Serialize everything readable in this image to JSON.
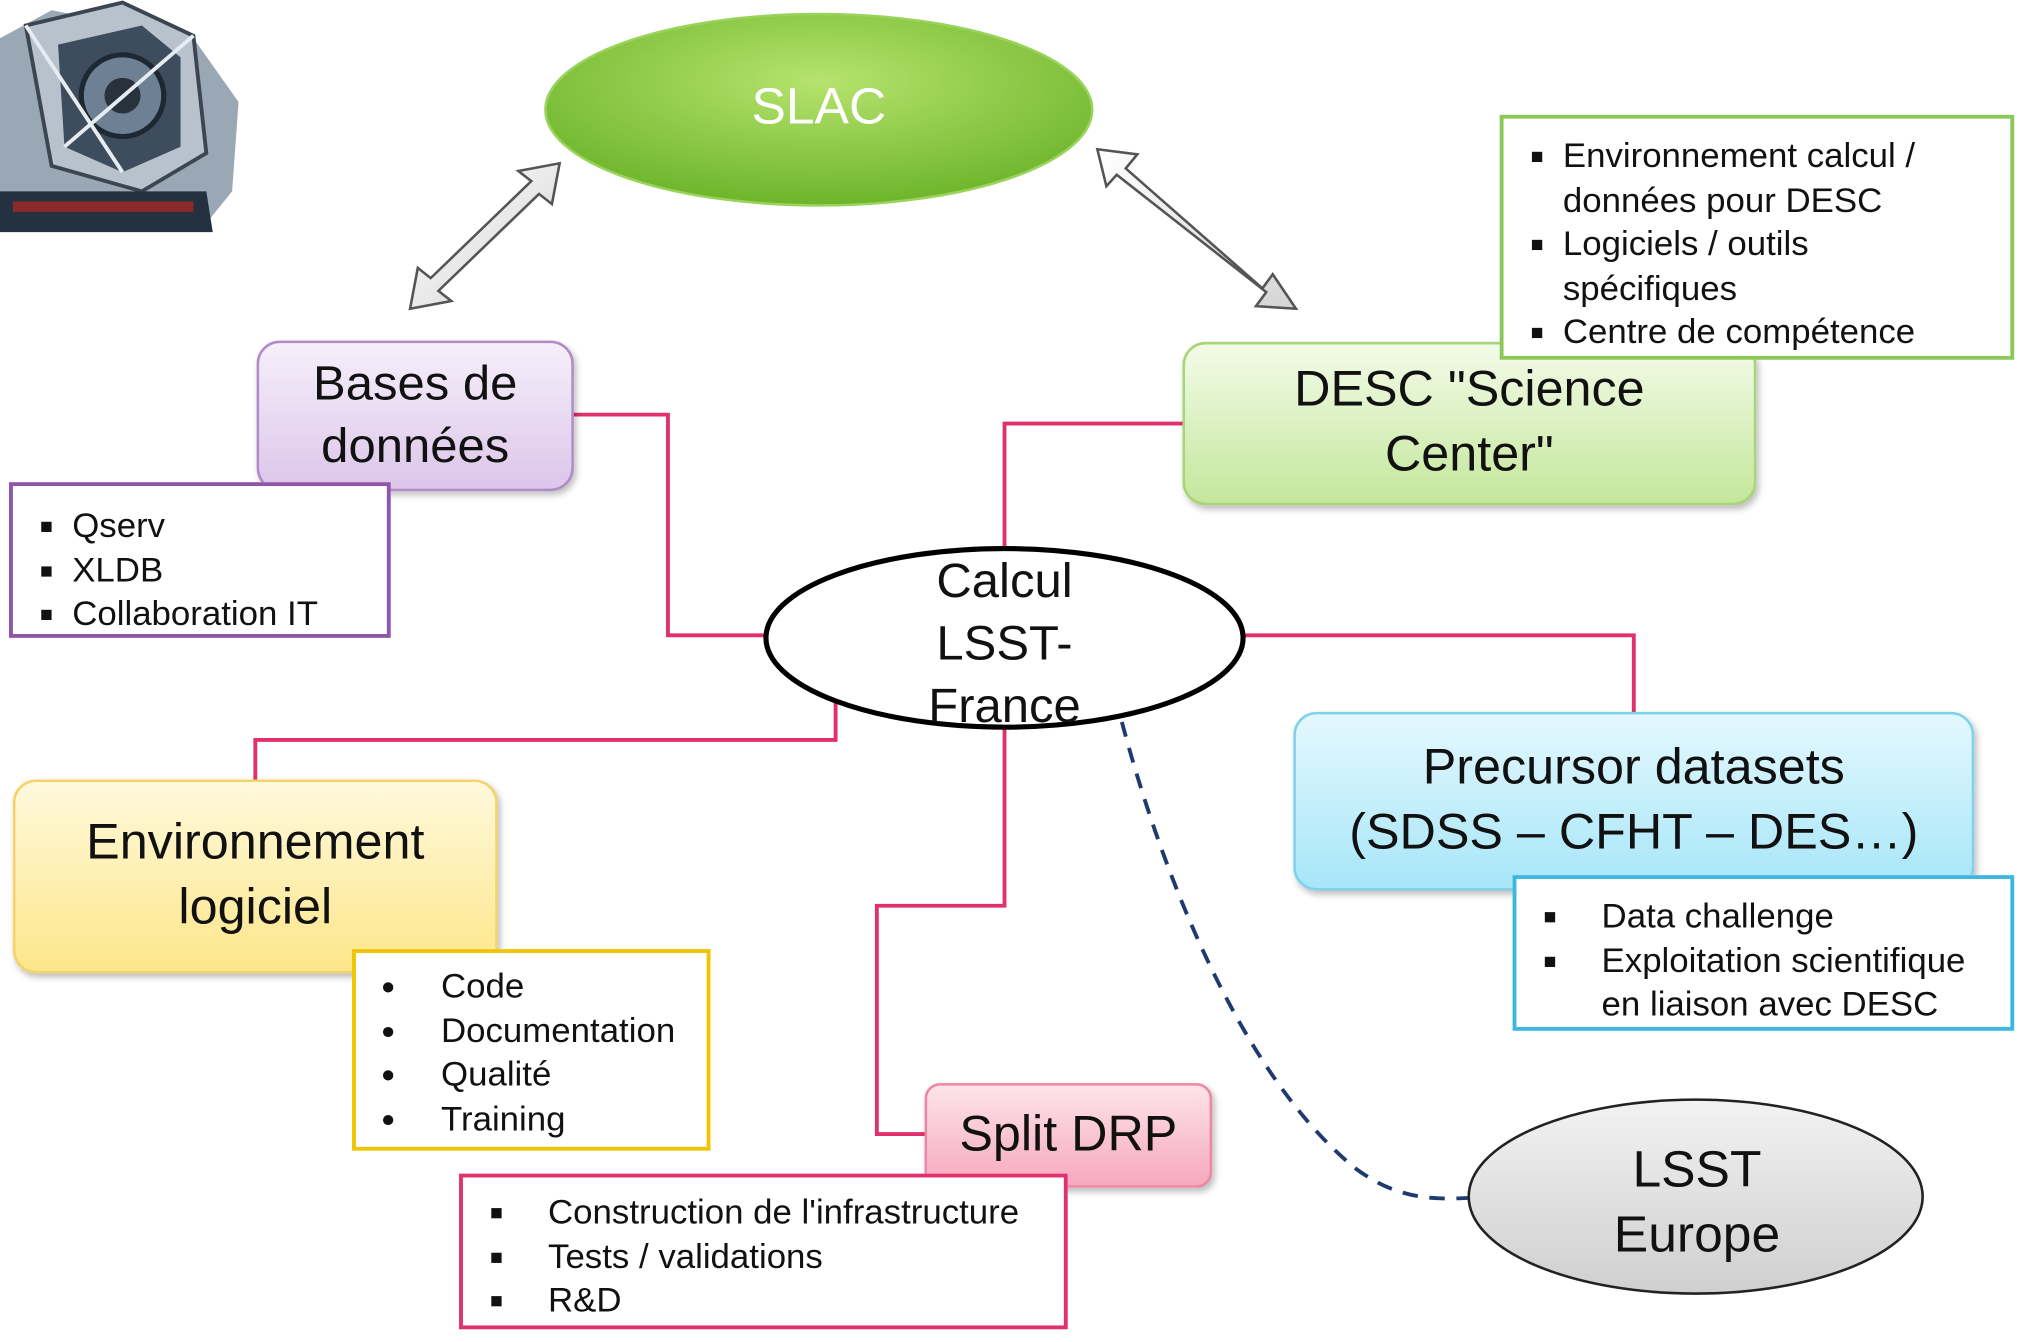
{
  "nodes": {
    "slac": "SLAC",
    "center_line1": "Calcul",
    "center_line2": "LSST-",
    "center_line3": "France",
    "bases_line1": "Bases de",
    "bases_line2": "données",
    "desc_line1": "DESC \"Science",
    "desc_line2": "Center\"",
    "env_line1": "Environnement",
    "env_line2": "logiciel",
    "precursor_line1": "Precursor datasets",
    "precursor_line2": "(SDSS – CFHT – DES…)",
    "split": "Split DRP",
    "europe_line1": "LSST",
    "europe_line2": "Europe"
  },
  "boxes": {
    "bases": [
      "Qserv",
      "XLDB",
      "Collaboration IT"
    ],
    "desc": [
      "Environnement calcul / données pour DESC",
      "Logiciels / outils spécifiques",
      "Centre de compétence"
    ],
    "env": [
      "Code",
      "Documentation",
      "Qualité",
      "Training"
    ],
    "precursor": [
      "Data challenge",
      "Exploitation scientifique en liaison avec DESC"
    ],
    "split": [
      "Construction de l'infrastructure",
      "Tests / validations",
      "R&D"
    ]
  },
  "colors": {
    "connector": "#e0306e",
    "slac_green": "#7dc23a",
    "bases_purple": "#8e55a8",
    "desc_green": "#8cc858",
    "env_yellow": "#f0c400",
    "precursor_cyan": "#3cb8e0",
    "split_pink": "#e0306e",
    "dashed_navy": "#1f3a6e"
  }
}
